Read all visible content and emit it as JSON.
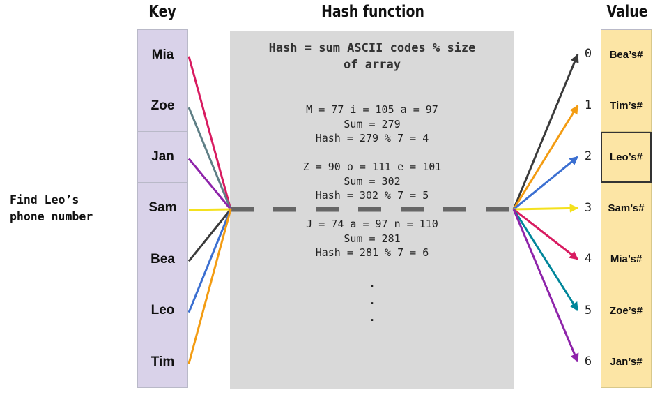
{
  "headings": {
    "key": "Key",
    "hash": "Hash function",
    "value": "Value"
  },
  "prompt": {
    "line1": "Find Leo’s",
    "line2": "phone number"
  },
  "keys": [
    {
      "label": "Mia",
      "color": "#d81b60"
    },
    {
      "label": "Zoe",
      "color": "#5f7f86"
    },
    {
      "label": "Jan",
      "color": "#8e24aa"
    },
    {
      "label": "Sam",
      "color": "#f4e11e"
    },
    {
      "label": "Bea",
      "color": "#3a3a3a"
    },
    {
      "label": "Leo",
      "color": "#3b6fd1"
    },
    {
      "label": "Tim",
      "color": "#f39c12"
    }
  ],
  "hash": {
    "title_line1": "Hash = sum ASCII codes % size",
    "title_line2": "of array",
    "calculations": [
      {
        "letters": "M = 77 i = 105 a = 97",
        "sum": "Sum = 279",
        "hash": "Hash = 279 % 7 = 4"
      },
      {
        "letters": "Z = 90 o = 111 e = 101",
        "sum": "Sum = 302",
        "hash": "Hash = 302 % 7 = 5"
      },
      {
        "letters": "J = 74 a = 97 n = 110",
        "sum": "Sum = 281",
        "hash": "Hash = 281 % 7 = 6"
      }
    ],
    "dots": [
      "·",
      "·",
      "·"
    ]
  },
  "slots": [
    {
      "index": "0",
      "name": "Bea’s",
      "value": "#",
      "color": "#3a3a3a",
      "selected": false
    },
    {
      "index": "1",
      "name": "Tim’s",
      "value": "#",
      "color": "#f39c12",
      "selected": false
    },
    {
      "index": "2",
      "name": "Leo’s",
      "value": "#",
      "color": "#3b6fd1",
      "selected": true
    },
    {
      "index": "3",
      "name": "Sam’s",
      "value": "#",
      "color": "#f4e11e",
      "selected": false
    },
    {
      "index": "4",
      "name": "Mia’s",
      "value": "#",
      "color": "#d81b60",
      "selected": false
    },
    {
      "index": "5",
      "name": "Zoe’s",
      "value": "#",
      "color": "#00869a",
      "selected": false
    },
    {
      "index": "6",
      "name": "Jan’s",
      "value": "#",
      "color": "#8e24aa",
      "selected": false
    }
  ],
  "colors": {
    "key_fill": "#d9d2e9",
    "value_fill": "#fce5a5",
    "hash_fill": "#d9d9d9",
    "dash": "#666666"
  }
}
